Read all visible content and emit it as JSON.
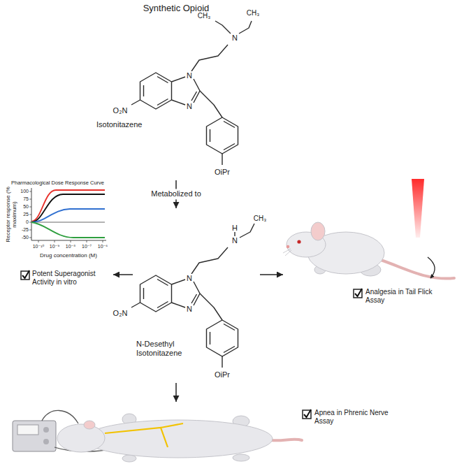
{
  "diagram": {
    "title": "Synthetic Opioid",
    "nodes": [
      {
        "text": [
          "Isotonitazene"
        ]
      },
      {
        "text": [
          "N-Desethyl Isotonitazene"
        ]
      },
      {
        "text": [
          "Pharmacological Dose Response Curve",
          "Potent Superagonist Activity in vitro"
        ]
      },
      {
        "text": [
          "Analgesia in Tail Flick Assay"
        ]
      },
      {
        "text": [
          "Apnea in Phrenic Nerve Assay"
        ]
      }
    ],
    "edges": [
      {
        "from": 0,
        "to": 1,
        "label": "Metabolized to",
        "arrow": "to"
      },
      {
        "from": 1,
        "to": 2,
        "arrow": "to"
      },
      {
        "from": 1,
        "to": 3,
        "arrow": "to"
      },
      {
        "from": 1,
        "to": 4,
        "arrow": "to"
      }
    ],
    "labels": [
      "CH₃",
      "CH₃",
      "N",
      "N",
      "N",
      "O₂N",
      "OiPr",
      "H",
      "N",
      "CH₃",
      "N",
      "N",
      "O₂N",
      "OiPr",
      "Receptor response (% maximum)",
      "100",
      "75",
      "50",
      "25",
      "0",
      "-25",
      "-50",
      "10⁻¹⁰",
      "10⁻⁹",
      "10⁻⁸",
      "10⁻⁷",
      "10⁻⁶",
      "Drug concentration (M)"
    ]
  }
}
